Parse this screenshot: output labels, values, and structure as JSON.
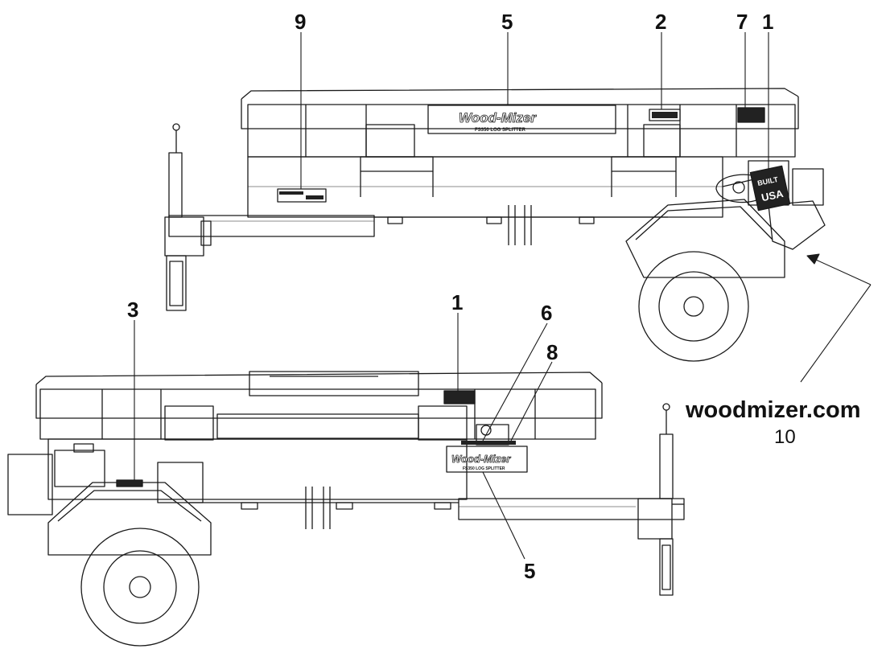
{
  "callouts": {
    "top": [
      "9",
      "5",
      "2",
      "7",
      "1"
    ],
    "bottom": [
      "3",
      "1",
      "6",
      "8",
      "5"
    ]
  },
  "website": {
    "url": "woodmizer.com",
    "number": "10"
  },
  "decals": {
    "brand": "Wood-Mizer",
    "model": "FS350 LOG SPLITTER",
    "built": "BUILT",
    "usa": "USA"
  },
  "colors": {
    "line": "#1a1a1a",
    "fill": "#ffffff",
    "decal_dark": "#222222"
  }
}
